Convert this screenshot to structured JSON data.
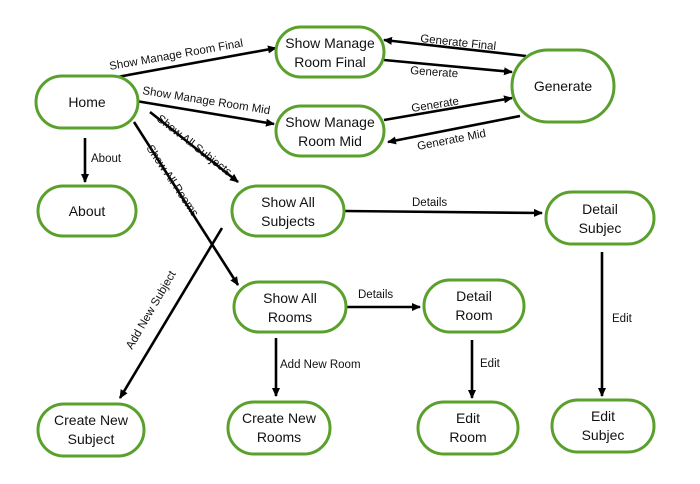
{
  "colors": {
    "node_border": "#5aa02c",
    "edge": "#000000",
    "background": "#ffffff"
  },
  "nodes": {
    "home": {
      "lines": [
        "Home"
      ]
    },
    "show_manage_room_final": {
      "lines": [
        "Show Manage",
        "Room Final"
      ]
    },
    "show_manage_room_mid": {
      "lines": [
        "Show Manage",
        "Room Mid"
      ]
    },
    "generate": {
      "lines": [
        "Generate"
      ]
    },
    "about": {
      "lines": [
        "About"
      ]
    },
    "show_all_subjects": {
      "lines": [
        "Show All",
        "Subjects"
      ]
    },
    "detail_subjec": {
      "lines": [
        "Detail",
        "Subjec"
      ]
    },
    "show_all_rooms": {
      "lines": [
        "Show All",
        "Rooms"
      ]
    },
    "detail_room": {
      "lines": [
        "Detail",
        "Room"
      ]
    },
    "create_new_subject": {
      "lines": [
        "Create New",
        "Subject"
      ]
    },
    "create_new_rooms": {
      "lines": [
        "Create New",
        "Rooms"
      ]
    },
    "edit_room": {
      "lines": [
        "Edit",
        "Room"
      ]
    },
    "edit_subjec": {
      "lines": [
        "Edit",
        "Subjec"
      ]
    }
  },
  "edges": {
    "home_to_manage_final": "Show Manage Room Final",
    "home_to_manage_mid": "Show Manage Room Mid",
    "home_to_show_all_subjects": "Show All Subjects",
    "home_to_show_all_rooms": "Show All Rooms",
    "home_to_about": "About",
    "generate_to_manage_final": "Generate Final",
    "manage_final_to_generate": "Generate",
    "manage_mid_to_generate": "Generate",
    "generate_to_manage_mid": "Generate Mid",
    "subjects_to_detail": "Details",
    "subjects_to_create_subject": "Add New Subject",
    "rooms_to_detail": "Details",
    "rooms_to_create_rooms": "Add New Room",
    "detail_room_to_edit": "Edit",
    "detail_subjec_to_edit": "Edit"
  }
}
